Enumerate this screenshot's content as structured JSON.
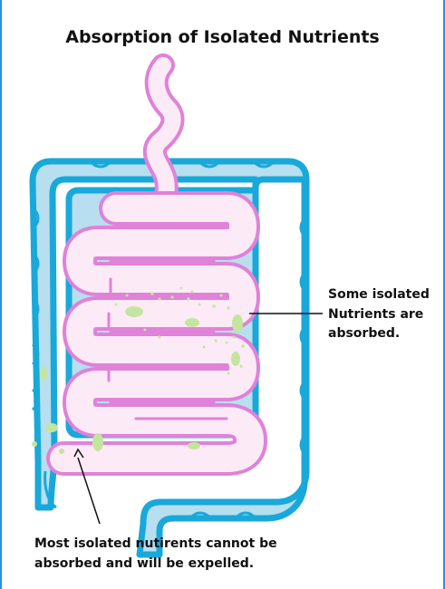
{
  "title": "Absorption of Isolated Nutrients",
  "labels": {
    "absorbed": [
      "Some isolated",
      "Nutrients are",
      "absorbed."
    ],
    "expelled": [
      "Most isolated nutirents cannot be",
      "absorbed and will be expelled."
    ]
  },
  "colors": {
    "colon_fill": "#b7dff0",
    "colon_stroke": "#19a8da",
    "small_intestine_fill": "#fdeaf7",
    "small_intestine_stroke": "#df82d8",
    "nutrient_dots": "#c4e5a0",
    "frame_border": "#2a8fe0"
  }
}
